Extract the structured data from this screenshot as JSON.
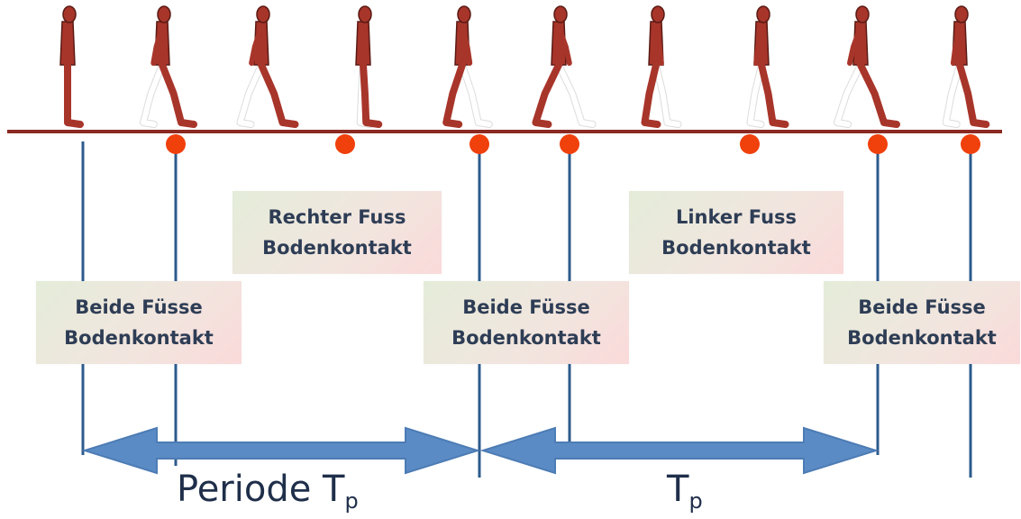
{
  "phases": {
    "both_1": {
      "line1": "Beide Füsse",
      "line2": "Bodenkontakt"
    },
    "right": {
      "line1": "Rechter Fuss",
      "line2": "Bodenkontakt"
    },
    "both_2": {
      "line1": "Beide Füsse",
      "line2": "Bodenkontakt"
    },
    "left": {
      "line1": "Linker Fuss",
      "line2": "Bodenkontakt"
    },
    "both_3": {
      "line1": "Beide Füsse",
      "line2": "Bodenkontakt"
    }
  },
  "periods": {
    "first": {
      "text": "Periode T",
      "sub": "p"
    },
    "second": {
      "text": "T",
      "sub": "p"
    }
  },
  "colors": {
    "ground_line": "#8b2a22",
    "contact_dot": "#f0400c",
    "marker_line": "#2d5b8c",
    "arrow_fill": "#5b8bc4",
    "arrow_stroke": "#4d7cb5",
    "figure_body": "#a8352a",
    "figure_back_leg": "#ffffff",
    "label_text": "#2e3d55"
  },
  "figures_icon": "walking-person-sequence-icon"
}
